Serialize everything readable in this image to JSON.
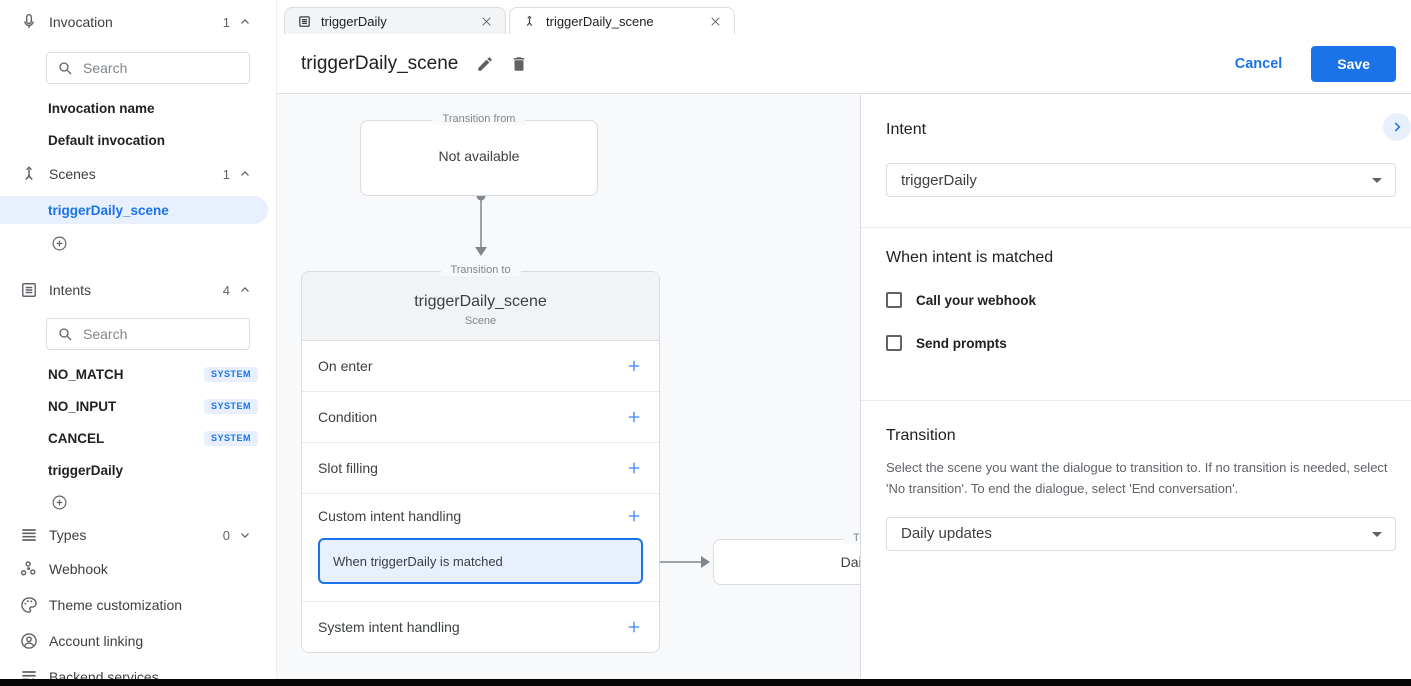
{
  "sidebar": {
    "search_placeholder": "Search",
    "invocation": {
      "label": "Invocation",
      "count": "1"
    },
    "invocation_items": [
      {
        "label": "Invocation name"
      },
      {
        "label": "Default invocation"
      }
    ],
    "scenes": {
      "label": "Scenes",
      "count": "1"
    },
    "scene_items": [
      {
        "label": "triggerDaily_scene"
      }
    ],
    "intents": {
      "label": "Intents",
      "count": "4"
    },
    "intent_items": [
      {
        "label": "NO_MATCH",
        "badge": "SYSTEM"
      },
      {
        "label": "NO_INPUT",
        "badge": "SYSTEM"
      },
      {
        "label": "CANCEL",
        "badge": "SYSTEM"
      },
      {
        "label": "triggerDaily"
      }
    ],
    "types": {
      "label": "Types",
      "count": "0"
    },
    "links": [
      {
        "label": "Webhook"
      },
      {
        "label": "Theme customization"
      },
      {
        "label": "Account linking"
      },
      {
        "label": "Backend services"
      }
    ]
  },
  "tabs": {
    "items": [
      {
        "label": "triggerDaily"
      },
      {
        "label": "triggerDaily_scene"
      }
    ]
  },
  "toolbar": {
    "title": "triggerDaily_scene",
    "cancel_label": "Cancel",
    "save_label": "Save"
  },
  "canvas": {
    "transition_from": {
      "legend": "Transition from",
      "content": "Not available"
    },
    "scene_card": {
      "legend": "Transition to",
      "title": "triggerDaily_scene",
      "subtitle": "Scene",
      "rows": [
        {
          "label": "On enter"
        },
        {
          "label": "Condition"
        },
        {
          "label": "Slot filling"
        },
        {
          "label": "Custom intent handling"
        }
      ],
      "selected_handler": {
        "label": "When triggerDaily is matched"
      },
      "system_row": {
        "label": "System intent handling"
      }
    },
    "target_card": {
      "legend": "Transition to",
      "title": "Daily updates"
    }
  },
  "panel": {
    "intent_section": {
      "heading": "Intent",
      "selected_value": "triggerDaily"
    },
    "matched_section": {
      "heading": "When intent is matched",
      "checkboxes": [
        {
          "label": "Call your webhook",
          "checked": false
        },
        {
          "label": "Send prompts",
          "checked": false
        }
      ]
    },
    "transition_section": {
      "heading": "Transition",
      "description": "Select the scene you want the dialogue to transition to. If no transition is needed, select 'No transition'. To end the dialogue, select 'End conversation'.",
      "selected_value": "Daily updates"
    }
  },
  "colors": {
    "accent": "#1a73e8",
    "selected_bg": "#e8f0fe",
    "canvas_bg": "#f8f9fa",
    "badge_text": "#1a73e8"
  }
}
